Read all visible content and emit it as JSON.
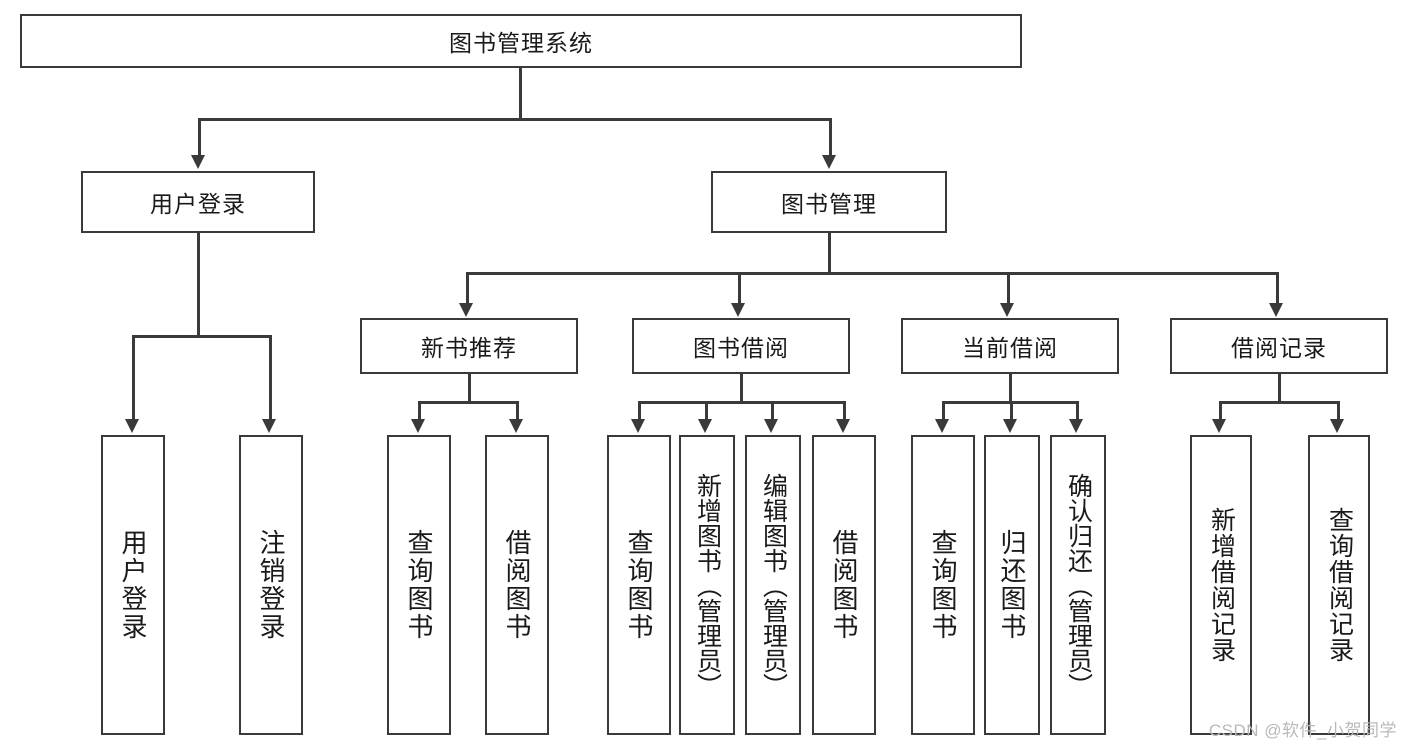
{
  "diagram": {
    "title": "图书管理系统",
    "type": "tree",
    "root": {
      "id": "root",
      "label": "图书管理系统",
      "orientation": "horizontal"
    },
    "level2": [
      {
        "id": "user-login",
        "label": "用户登录",
        "orientation": "horizontal"
      },
      {
        "id": "book-management",
        "label": "图书管理",
        "orientation": "horizontal"
      }
    ],
    "level3": [
      {
        "id": "new-book-recommend",
        "label": "新书推荐",
        "orientation": "horizontal",
        "parent": "book-management"
      },
      {
        "id": "book-borrow",
        "label": "图书借阅",
        "orientation": "horizontal",
        "parent": "book-management"
      },
      {
        "id": "current-borrow",
        "label": "当前借阅",
        "orientation": "horizontal",
        "parent": "book-management"
      },
      {
        "id": "borrow-record",
        "label": "借阅记录",
        "orientation": "horizontal",
        "parent": "book-management"
      }
    ],
    "leaves": [
      {
        "id": "leaf-user-login",
        "label": "用户登录",
        "parent": "user-login",
        "orientation": "vertical"
      },
      {
        "id": "leaf-user-logout",
        "label": "注销登录",
        "parent": "user-login",
        "orientation": "vertical"
      },
      {
        "id": "leaf-query-book-1",
        "label": "查询图书",
        "parent": "new-book-recommend",
        "orientation": "vertical"
      },
      {
        "id": "leaf-borrow-book-1",
        "label": "借阅图书",
        "parent": "new-book-recommend",
        "orientation": "vertical"
      },
      {
        "id": "leaf-query-book-2",
        "label": "查询图书",
        "parent": "book-borrow",
        "orientation": "vertical"
      },
      {
        "id": "leaf-add-book",
        "label": "新增图书（管理员）",
        "parent": "book-borrow",
        "orientation": "vertical"
      },
      {
        "id": "leaf-edit-book",
        "label": "编辑图书（管理员）",
        "parent": "book-borrow",
        "orientation": "vertical"
      },
      {
        "id": "leaf-borrow-book-2",
        "label": "借阅图书",
        "parent": "book-borrow",
        "orientation": "vertical"
      },
      {
        "id": "leaf-query-book-3",
        "label": "查询图书",
        "parent": "current-borrow",
        "orientation": "vertical"
      },
      {
        "id": "leaf-return-book",
        "label": "归还图书",
        "parent": "current-borrow",
        "orientation": "vertical"
      },
      {
        "id": "leaf-confirm-return",
        "label": "确认归还（管理员）",
        "parent": "current-borrow",
        "orientation": "vertical"
      },
      {
        "id": "leaf-add-record",
        "label": "新增借阅记录",
        "parent": "borrow-record",
        "orientation": "vertical"
      },
      {
        "id": "leaf-query-record",
        "label": "查询借阅记录",
        "parent": "borrow-record",
        "orientation": "vertical"
      }
    ],
    "colors": {
      "line": "#3a3a3a",
      "box_fill": "#ffffff",
      "text": "#1a1a1a",
      "watermark": "#b9b9b9"
    }
  },
  "watermark": {
    "text": "CSDN @软件_小贺同学"
  }
}
